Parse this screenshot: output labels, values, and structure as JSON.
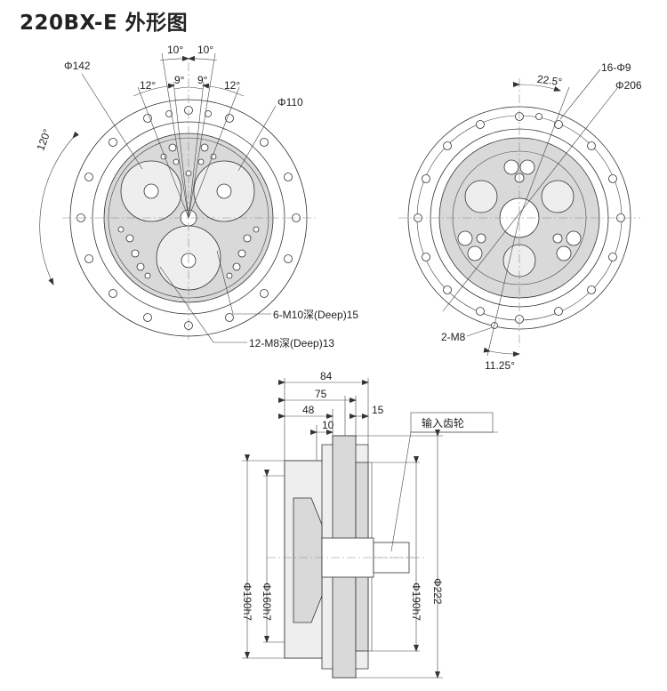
{
  "title": "220BX-E 外形图",
  "front_view": {
    "angle_10_left": "10°",
    "angle_10_right": "10°",
    "angle_12_left": "12°",
    "angle_9_left": "9°",
    "angle_9_right": "9°",
    "angle_12_right": "12°",
    "angle_120": "120°",
    "dia_142": "Φ142",
    "dia_110": "Φ110",
    "holes_m10": "6-M10深(Deep)15",
    "holes_m8": "12-M8深(Deep)13"
  },
  "rear_view": {
    "angle_22_5": "22.5°",
    "holes_phi9": "16-Φ9",
    "dia_206": "Φ206",
    "holes_m8": "2-M8",
    "angle_11_25": "11.25°"
  },
  "side_view": {
    "len_84": "84",
    "len_75": "75",
    "len_48": "48",
    "len_15": "15",
    "len_10": "10",
    "input_gear": "输入齿轮",
    "dia_190h7_a": "Φ190h7",
    "dia_160h7": "Φ160h7",
    "dia_190h7_b": "Φ190h7",
    "dia_222": "Φ222"
  }
}
